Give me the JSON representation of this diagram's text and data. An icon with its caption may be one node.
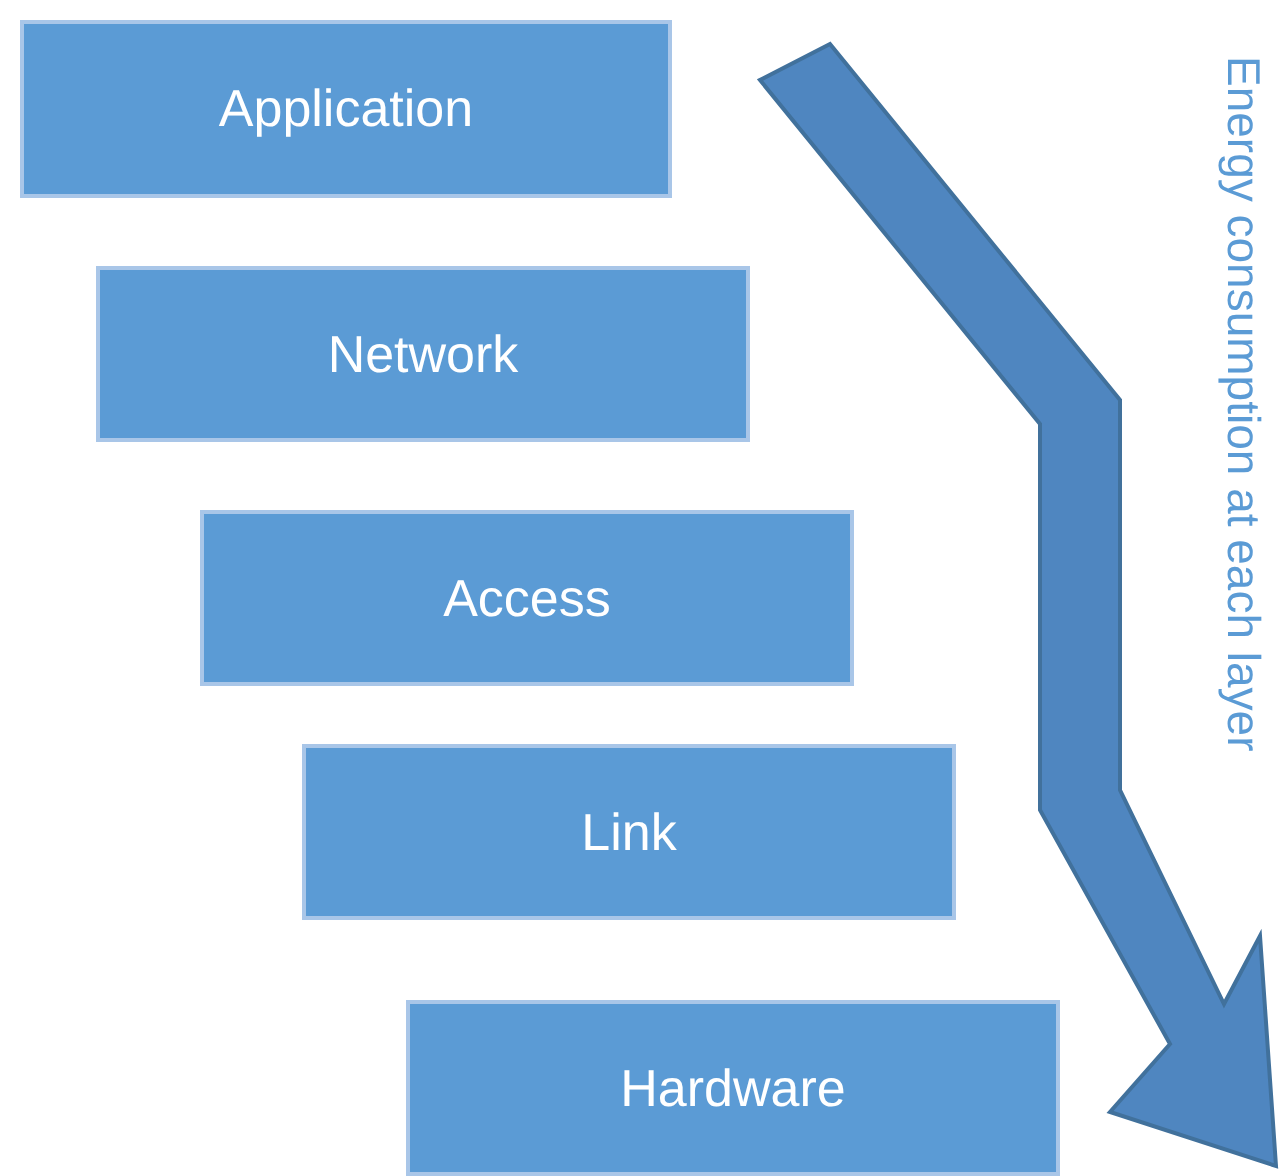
{
  "diagram": {
    "nodes": [
      {
        "text": [
          "Application"
        ]
      },
      {
        "text": [
          "Network"
        ]
      },
      {
        "text": [
          "Access"
        ]
      },
      {
        "text": [
          "Link"
        ]
      },
      {
        "text": [
          "Hardware"
        ]
      }
    ],
    "labels": [
      "Energy consumption at each layer"
    ]
  }
}
